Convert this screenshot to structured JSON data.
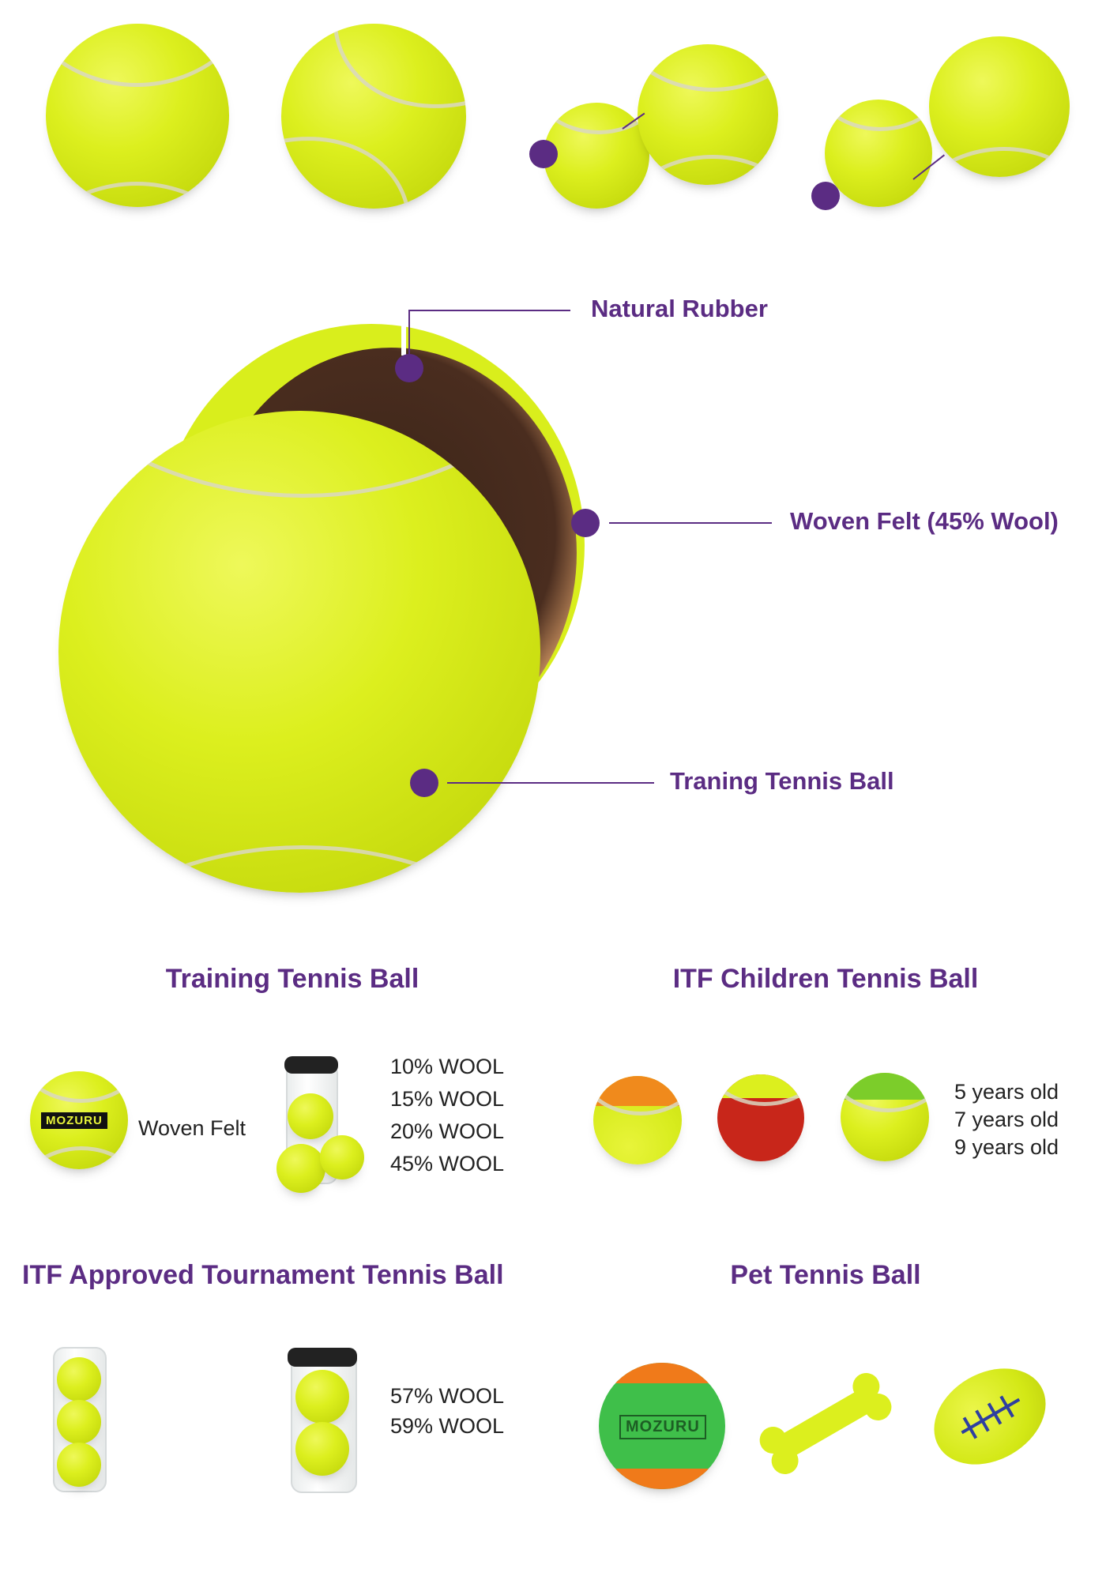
{
  "callouts": {
    "rubber": "Natural Rubber",
    "felt": "Woven Felt (45% Wool)",
    "training": "Traning Tennis Ball"
  },
  "sections": {
    "training": {
      "title": "Training Tennis Ball",
      "ball_label": "Woven Felt",
      "brand": "MOZURU",
      "wool": [
        "10% WOOL",
        "15% WOOL",
        "20% WOOL",
        "45% WOOL"
      ]
    },
    "children": {
      "title": "ITF Children Tennis Ball",
      "ages": [
        "5 years old",
        "7 years old",
        "9 years old"
      ]
    },
    "tournament": {
      "title": "ITF Approved Tournament Tennis Ball",
      "wool": [
        "57% WOOL",
        "59% WOOL"
      ]
    },
    "pet": {
      "title": "Pet Tennis Ball",
      "brand": "MOZURU"
    }
  },
  "colors": {
    "accent": "#5b2c83",
    "ball": "#dcef1e",
    "orange": "#f08a1c",
    "red": "#c8261a",
    "green": "#7ccd2a",
    "pet_green": "#3fbf4a"
  }
}
